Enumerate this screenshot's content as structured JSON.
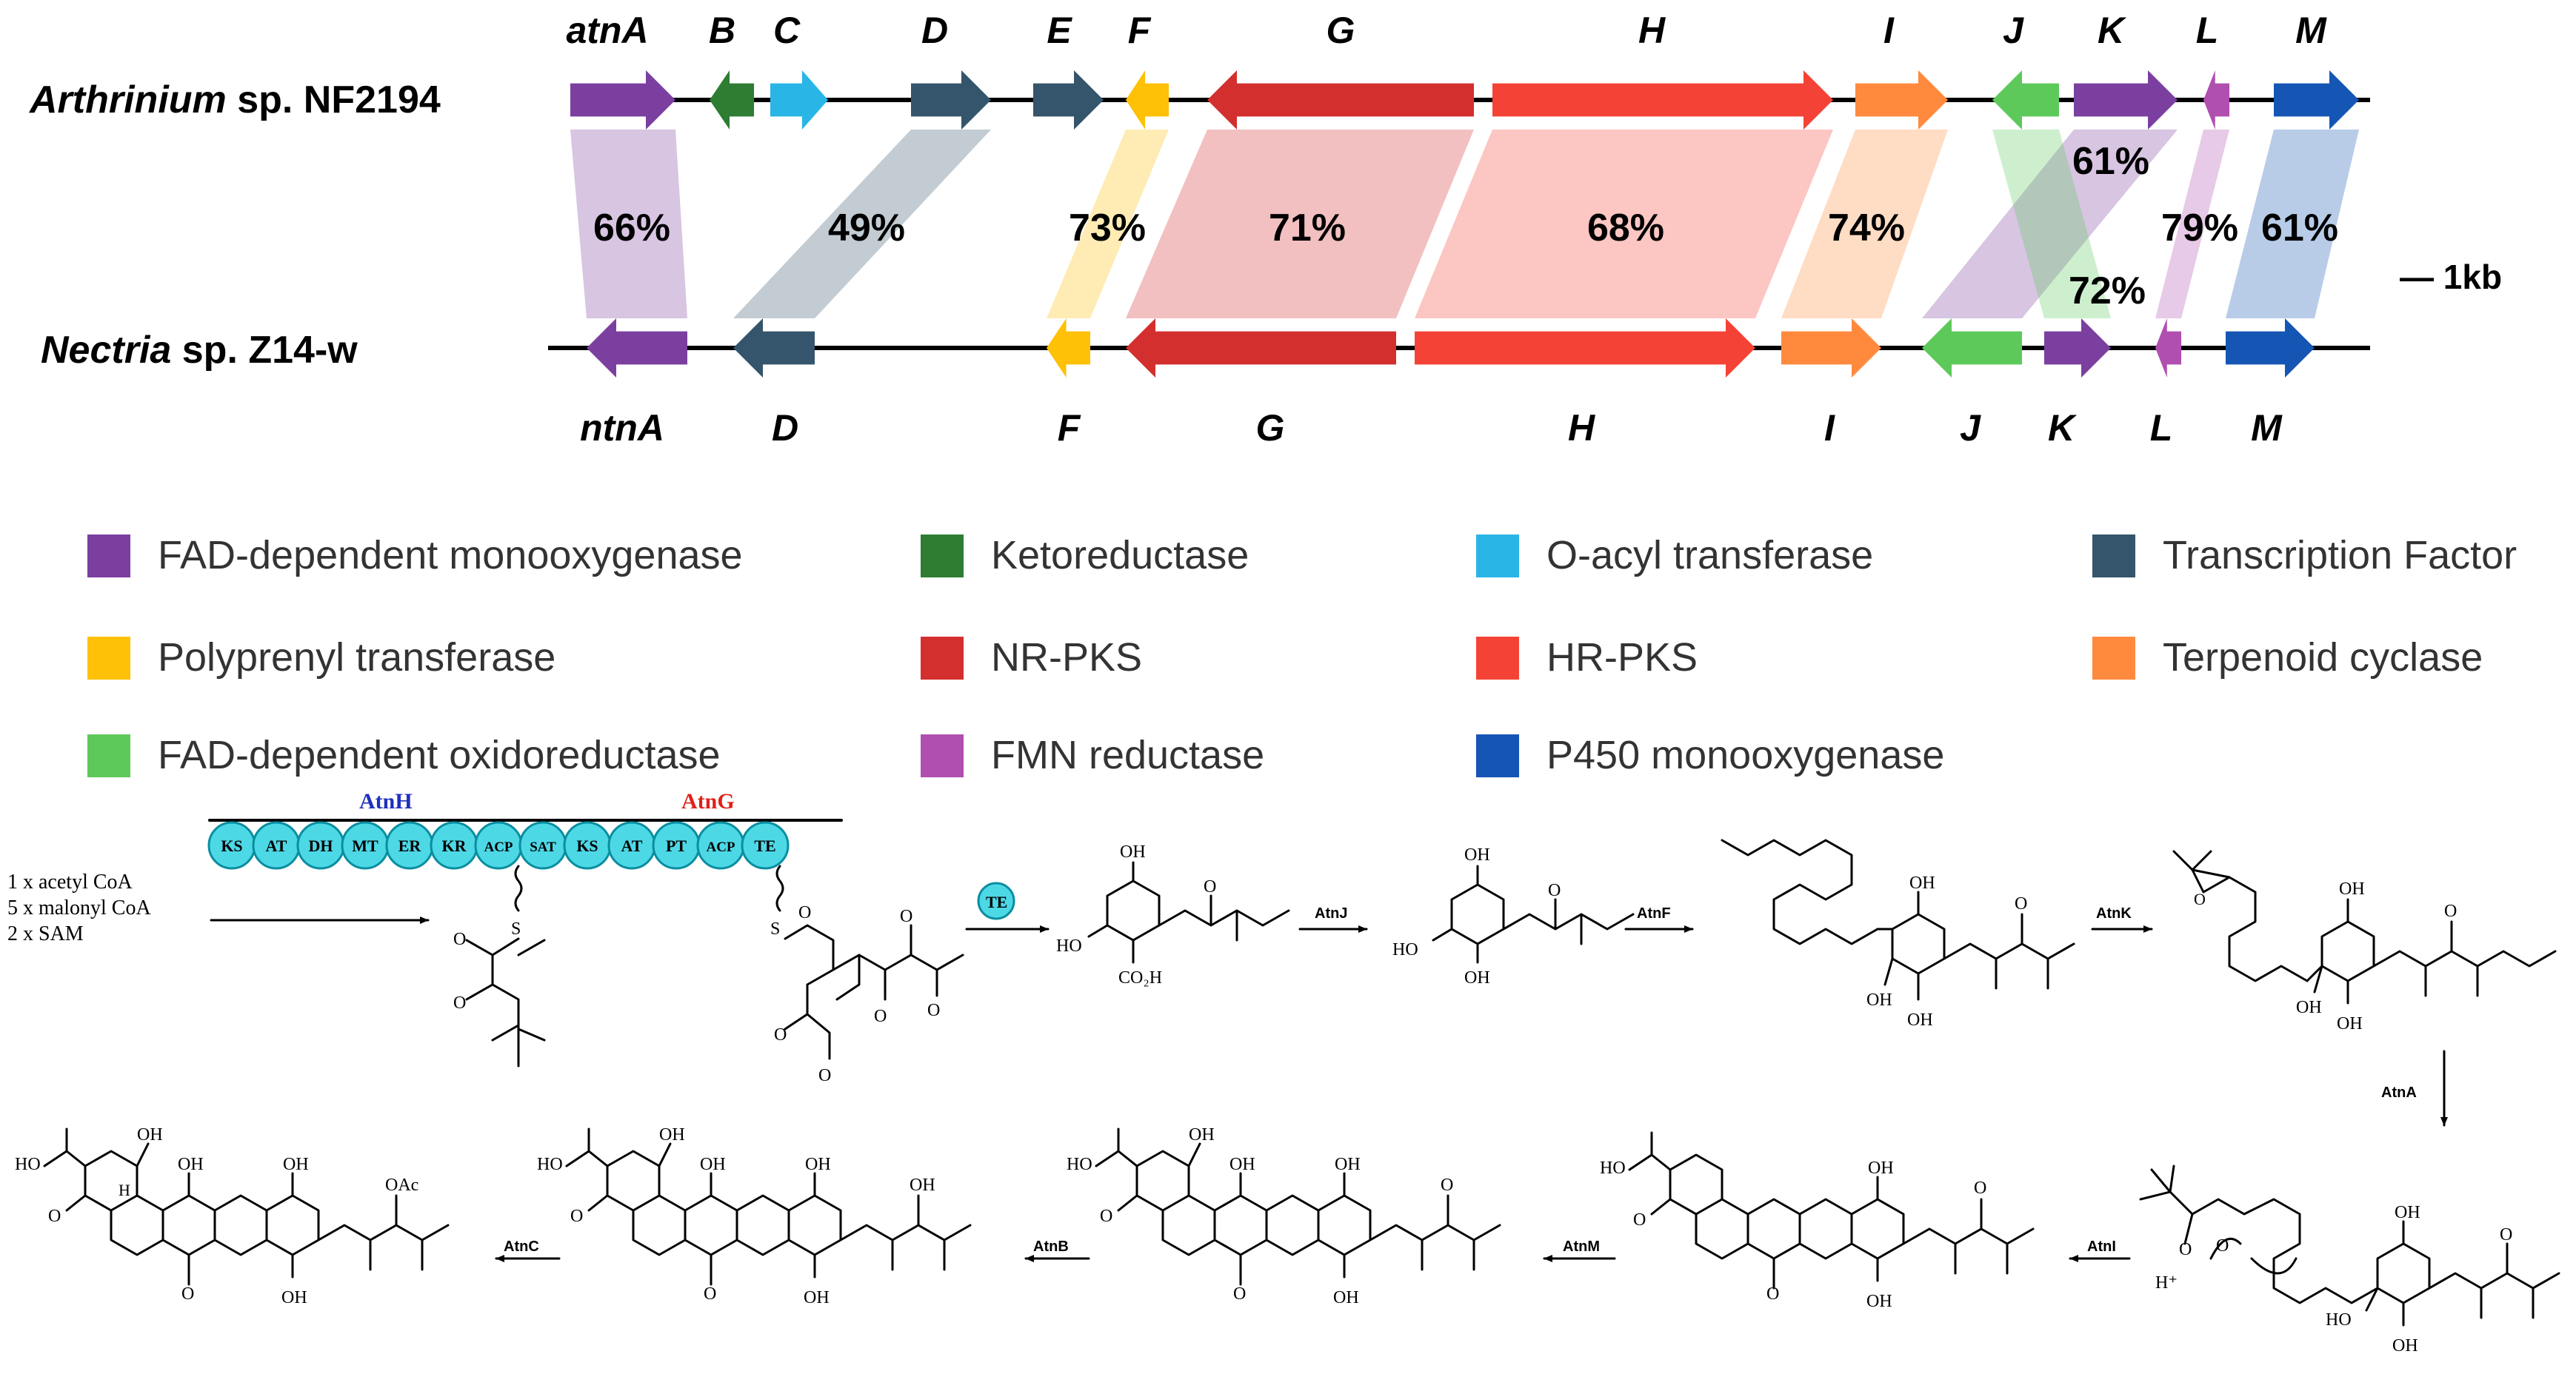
{
  "organisms": {
    "top": {
      "genus": "Arthrinium",
      "rest": " sp. NF2194"
    },
    "bottom": {
      "genus": "Nectria",
      "rest": " sp. Z14-w"
    }
  },
  "scale_label": "— 1kb",
  "top_gene_labels": [
    "atnA",
    "B",
    "C",
    "D",
    "E",
    "F",
    "G",
    "H",
    "I",
    "J",
    "K",
    "L",
    "M"
  ],
  "bottom_gene_labels": [
    "ntnA",
    "D",
    "F",
    "G",
    "H",
    "I",
    "J",
    "K",
    "L",
    "M"
  ],
  "identities": [
    "66%",
    "49%",
    "73%",
    "71%",
    "68%",
    "74%",
    "61%",
    "72%",
    "79%",
    "61%"
  ],
  "legend": [
    {
      "label": "FAD-dependent monooxygenase",
      "color": "#7b3fa0"
    },
    {
      "label": "Ketoreductase",
      "color": "#2e7d32"
    },
    {
      "label": "O-acyl transferase",
      "color": "#29b6e6"
    },
    {
      "label": "Transcription Factor",
      "color": "#34556b"
    },
    {
      "label": "Polyprenyl transferase",
      "color": "#ffc107"
    },
    {
      "label": "NR-PKS",
      "color": "#d32f2f"
    },
    {
      "label": "HR-PKS",
      "color": "#f44336"
    },
    {
      "label": "Terpenoid cyclase",
      "color": "#ff8a3d"
    },
    {
      "label": "FAD-dependent oxidoreductase",
      "color": "#5ec95b"
    },
    {
      "label": "FMN reductase",
      "color": "#b04fb0"
    },
    {
      "label": "P450 monooxygenase",
      "color": "#1556b4"
    }
  ],
  "pks": {
    "atnh_label": "AtnH",
    "atng_label": "AtnG",
    "domains": [
      "KS",
      "AT",
      "DH",
      "MT",
      "ER",
      "KR",
      "ACP",
      "SAT",
      "KS",
      "AT",
      "PT",
      "ACP",
      "TE"
    ],
    "substrates": [
      "1 x acetyl CoA",
      "5 x malonyl CoA",
      "2 x SAM"
    ],
    "te_label": "TE"
  },
  "enzymes": {
    "atnJ": "AtnJ",
    "atnF": "AtnF",
    "atnK": "AtnK",
    "atnA": "AtnA",
    "atnI": "AtnI",
    "atnM": "AtnM",
    "atnB": "AtnB",
    "atnC": "AtnC"
  },
  "chem_labels": {
    "oh": "OH",
    "ho": "HO",
    "co2h": "CO₂H",
    "o": "O",
    "s": "S",
    "h": "H",
    "hplus": "H⁺",
    "oac": "OAc"
  },
  "colors": {
    "atnA": "#7b3fa0",
    "B": "#2e7d32",
    "C": "#29b6e6",
    "D": "#34556b",
    "E": "#34556b",
    "F": "#ffc107",
    "G": "#d32f2f",
    "H": "#f44336",
    "I": "#ff8a3d",
    "J": "#5ec95b",
    "K": "#7b3fa0",
    "L": "#b04fb0",
    "M": "#1556b4",
    "domain_fill": "#4dd8e6",
    "atnh": "#1f2fbf",
    "atng": "#e0201b"
  }
}
